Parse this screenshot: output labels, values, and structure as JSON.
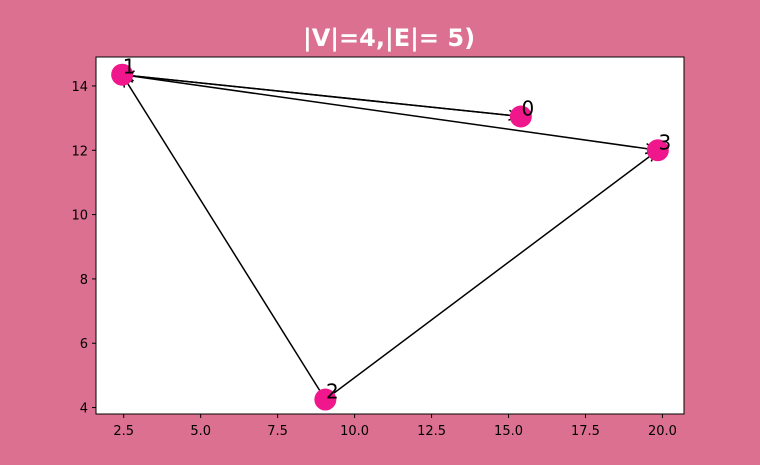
{
  "title": "|V|=4,|E|= 5)",
  "colors": {
    "background": "#dc7090",
    "plot_bg": "#ffffff",
    "node": "#f0168c",
    "edge": "#000000",
    "title_text": "#ffffff"
  },
  "chart_data": {
    "type": "scatter",
    "graph_type": "directed",
    "title": "|V|=4,|E|= 5)",
    "xlim": [
      1.6,
      20.7
    ],
    "ylim": [
      3.8,
      14.9
    ],
    "x_ticks": [
      2.5,
      5.0,
      7.5,
      10.0,
      12.5,
      15.0,
      17.5,
      20.0
    ],
    "x_tick_labels": [
      "2.5",
      "5.0",
      "7.5",
      "10.0",
      "12.5",
      "15.0",
      "17.5",
      "20.0"
    ],
    "y_ticks": [
      4,
      6,
      8,
      10,
      12,
      14
    ],
    "y_tick_labels": [
      "4",
      "6",
      "8",
      "10",
      "12",
      "14"
    ],
    "nodes": [
      {
        "id": "0",
        "x": 15.4,
        "y": 13.05
      },
      {
        "id": "1",
        "x": 2.45,
        "y": 14.35
      },
      {
        "id": "2",
        "x": 9.05,
        "y": 4.25
      },
      {
        "id": "3",
        "x": 19.85,
        "y": 12.0
      }
    ],
    "edges": [
      {
        "source": "1",
        "target": "0"
      },
      {
        "source": "0",
        "target": "1"
      },
      {
        "source": "1",
        "target": "3"
      },
      {
        "source": "2",
        "target": "1"
      },
      {
        "source": "2",
        "target": "3"
      }
    ]
  }
}
